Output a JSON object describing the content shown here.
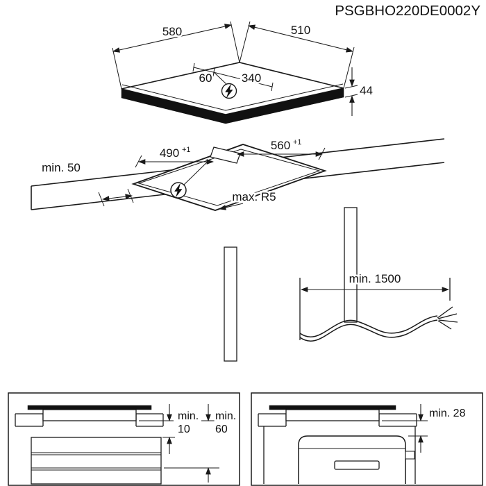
{
  "title": "PSGBHO220DE0002Y",
  "colors": {
    "line": "#1a1a1a",
    "background": "#ffffff",
    "hob_body": "#111111"
  },
  "top_view": {
    "width": "580",
    "depth": "510",
    "connection_offset_small": "60",
    "connection_offset_large": "340",
    "thickness": "44"
  },
  "cutout_view": {
    "side_clearance": "min. 50",
    "cutout_depth": "490",
    "cutout_depth_tolerance": "+1",
    "cutout_width": "560",
    "cutout_width_tolerance": "+1",
    "corner_radius": "max. R5"
  },
  "cable_view": {
    "cable_length": "min. 1500"
  },
  "drawer_view": {
    "gap_hob_prefix": "min.",
    "gap_hob_value": "10",
    "gap_drawer_prefix": "min.",
    "gap_drawer_value": "60"
  },
  "oven_view": {
    "gap_oven": "min. 28"
  },
  "icons": {
    "power_connection": "lightning-bolt"
  }
}
